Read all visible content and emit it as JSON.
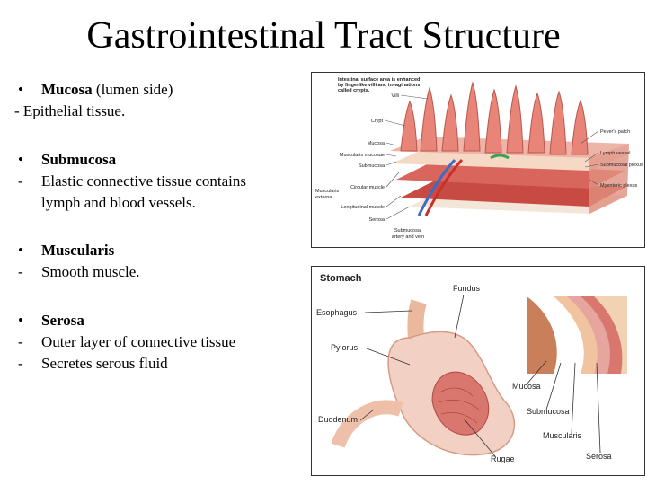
{
  "title": "Gastrointestinal Tract Structure",
  "sections": [
    {
      "name": "Mucosa",
      "note": "(lumen side)",
      "lines": [
        "- Epithelial tissue."
      ]
    },
    {
      "name": "Submucosa",
      "lines": [
        "Elastic connective tissue contains",
        "lymph and blood vessels."
      ]
    },
    {
      "name": "Muscularis",
      "lines": [
        "Smooth muscle."
      ]
    },
    {
      "name": "Serosa",
      "lines": [
        "Outer layer of connective tissue",
        "Secretes serous fluid"
      ]
    }
  ],
  "bullet": "•",
  "dash": "-",
  "figure1": {
    "header": "Intestinal surface area is enhanced by fingerlike villi and invaginations called crypts.",
    "labels_left": [
      "Villi",
      "Crypt",
      "Mucosa",
      "Muscularis mucosae",
      "Submucosa",
      "Muscularis externa",
      "Circular muscle",
      "Longitudinal muscle",
      "Serosa",
      "Submucosal artery and vein"
    ],
    "labels_right": [
      "Peyer's patch",
      "Lymph vessel",
      "Submucosal plexus",
      "Myenteric plexus"
    ]
  },
  "figure2": {
    "title": "Stomach",
    "labels": [
      "Fundus",
      "Esophagus",
      "Pylorus",
      "Duodenum",
      "Mucosa",
      "Submucosa",
      "Muscularis",
      "Rugae",
      "Serosa"
    ]
  }
}
